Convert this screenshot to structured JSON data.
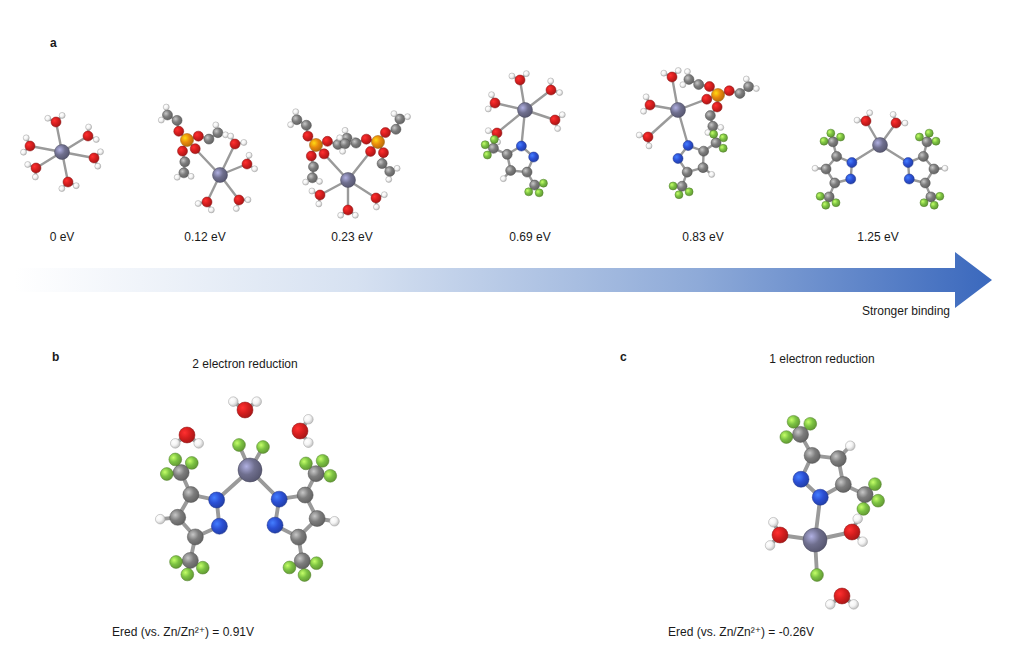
{
  "diagram": {
    "labels": [
      "a",
      "0 eV",
      "0.12 eV",
      "0.23 eV",
      "0.69 eV",
      "0.83 eV",
      "1.25 eV",
      "Stronger binding",
      "b",
      "2 electron reduction",
      "Ered (vs. Zn/Zn²⁺) = 0.91V",
      "c",
      "1 electron reduction",
      "Ered (vs. Zn/Zn²⁺) = -0.26V"
    ]
  }
}
